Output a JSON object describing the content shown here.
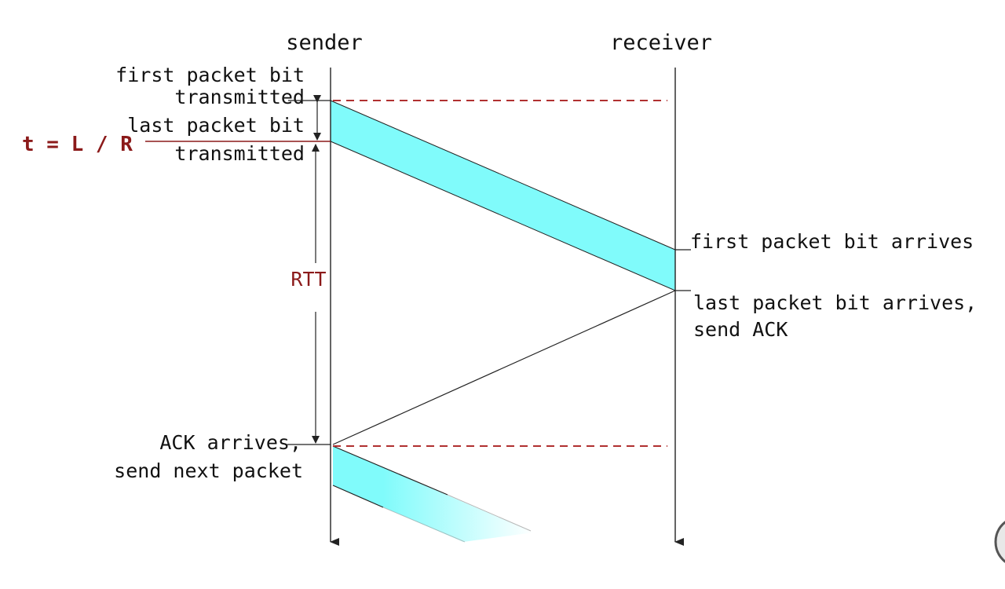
{
  "labels": {
    "sender": "sender",
    "receiver": "receiver",
    "first_bit_tx_line1": "first packet bit",
    "first_bit_tx_line2": "transmitted",
    "last_bit_tx_line1": "last packet bit",
    "last_bit_tx_line2": "transmitted",
    "formula": "t = L / R",
    "rtt": "RTT",
    "first_bit_arrives": "first packet bit arrives",
    "last_bit_arrives_line1": "last packet bit arrives,",
    "last_bit_arrives_line2": "send ACK",
    "ack_arrives_line1": "ACK arrives,",
    "ack_arrives_line2": "send next packet"
  },
  "colors": {
    "packet_fill": "#80fbfb",
    "dashed_line": "#b03030",
    "formula_text": "#8b1a1a",
    "rtt_text": "#8b1a1a"
  }
}
